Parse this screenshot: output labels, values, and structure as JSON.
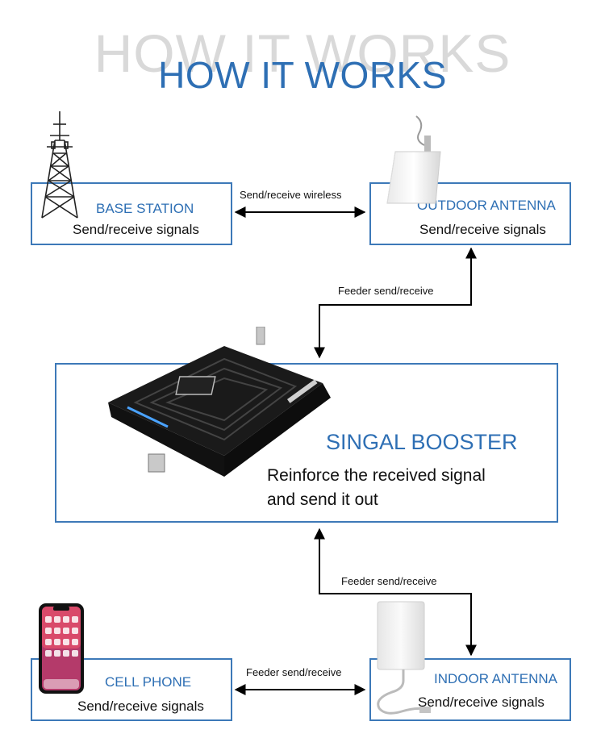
{
  "title": {
    "shadow": "HOW IT WORKS",
    "main": "HOW IT WORKS"
  },
  "nodes": {
    "base_station": {
      "name": "BASE STATION",
      "desc": "Send/receive signals"
    },
    "outdoor_antenna": {
      "name": "OUTDOOR ANTENNA",
      "desc": "Send/receive signals"
    },
    "booster": {
      "name": "SINGAL BOOSTER",
      "desc_line1": "Reinforce the received signal",
      "desc_line2": "and send it out"
    },
    "cell_phone": {
      "name": "CELL PHONE",
      "desc": "Send/receive signals"
    },
    "indoor_antenna": {
      "name": "INDOOR ANTENNA",
      "desc": "Send/receive signals"
    }
  },
  "links": {
    "top": "Send/receive wireless",
    "upper_feeder": "Feeder send/receive",
    "lower_feeder": "Feeder send/receive",
    "bottom": "Feeder send/receive"
  },
  "colors": {
    "accent": "#2e6fb4",
    "box_border": "#3d79b8",
    "arrow": "#000000"
  },
  "icons": [
    "tower-icon",
    "panel-antenna-icon",
    "booster-device-icon",
    "smartphone-icon",
    "indoor-antenna-icon"
  ]
}
